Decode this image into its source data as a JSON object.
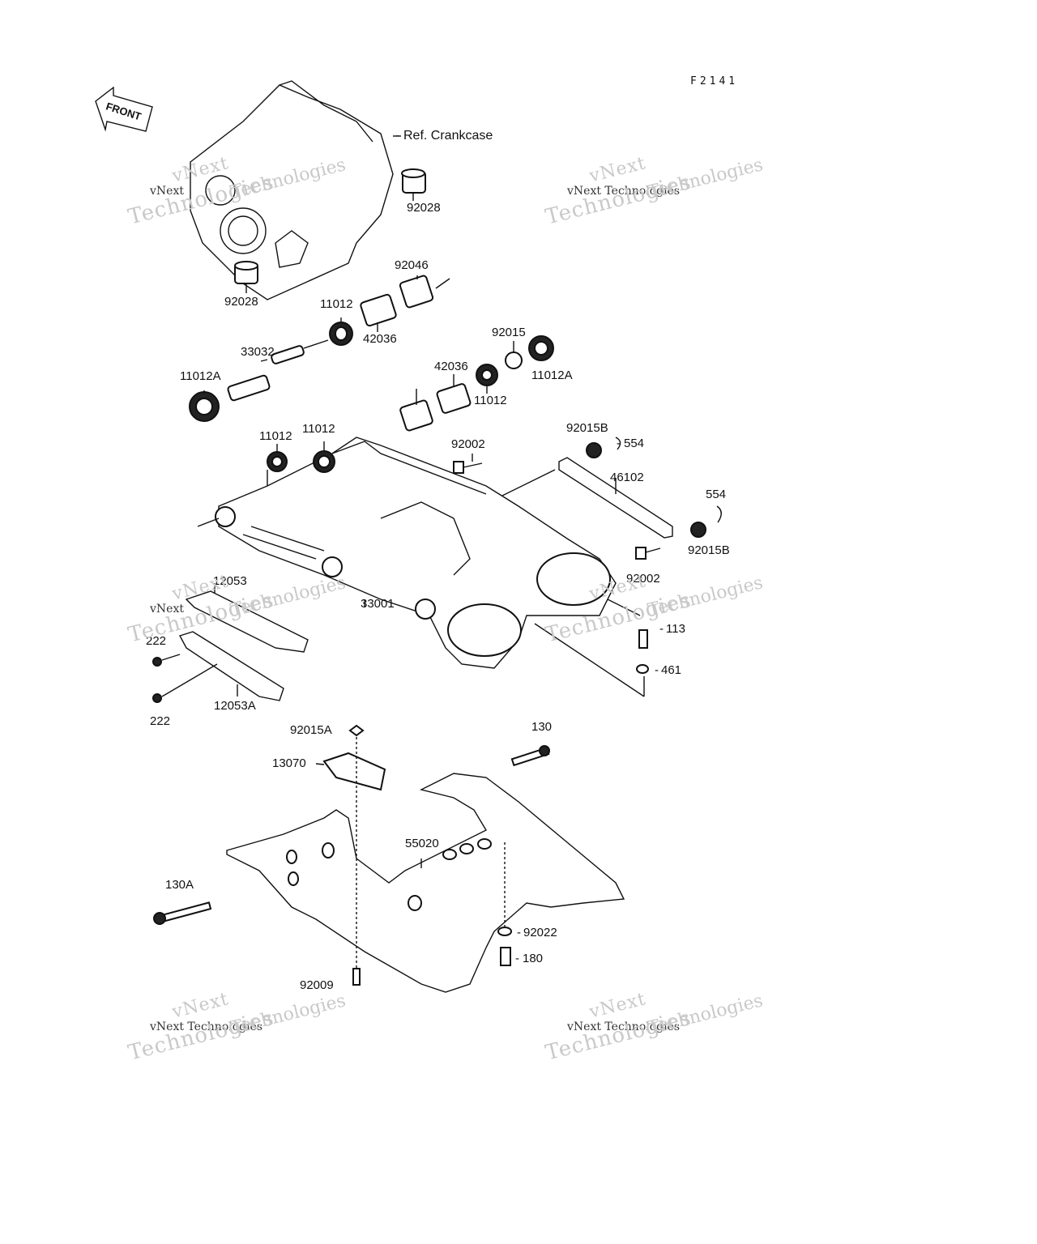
{
  "figure_code": "F2141",
  "front_badge": "FRONT",
  "ref_label": "Ref. Crankcase",
  "watermark": {
    "brand": "vNext",
    "name": "Technologies",
    "full": "vNext Technologies"
  },
  "callouts": {
    "p92028_top": "92028",
    "p92028_bottom": "92028",
    "p92046": "92046",
    "p11012_a": "11012",
    "p42036_a": "42036",
    "p33032": "33032",
    "p11012A_left": "11012A",
    "p92015": "92015",
    "p11012A_right": "11012A",
    "p42036_b": "42036",
    "p11012_b": "11012",
    "p11012_c": "11012",
    "p11012_d": "11012",
    "p92002_a": "92002",
    "p92015B_a": "92015B",
    "p554_a": "554",
    "p46102": "46102",
    "p554_b": "554",
    "p92015B_b": "92015B",
    "p92002_b": "92002",
    "p12053": "12053",
    "p33001": "33001",
    "p113": "113",
    "p222_a": "222",
    "p461": "461",
    "p12053A": "12053A",
    "p222_b": "222",
    "p92015A": "92015A",
    "p130": "130",
    "p13070": "13070",
    "p55020": "55020",
    "p130A": "130A",
    "p92022": "92022",
    "p180": "180",
    "p92009": "92009"
  }
}
